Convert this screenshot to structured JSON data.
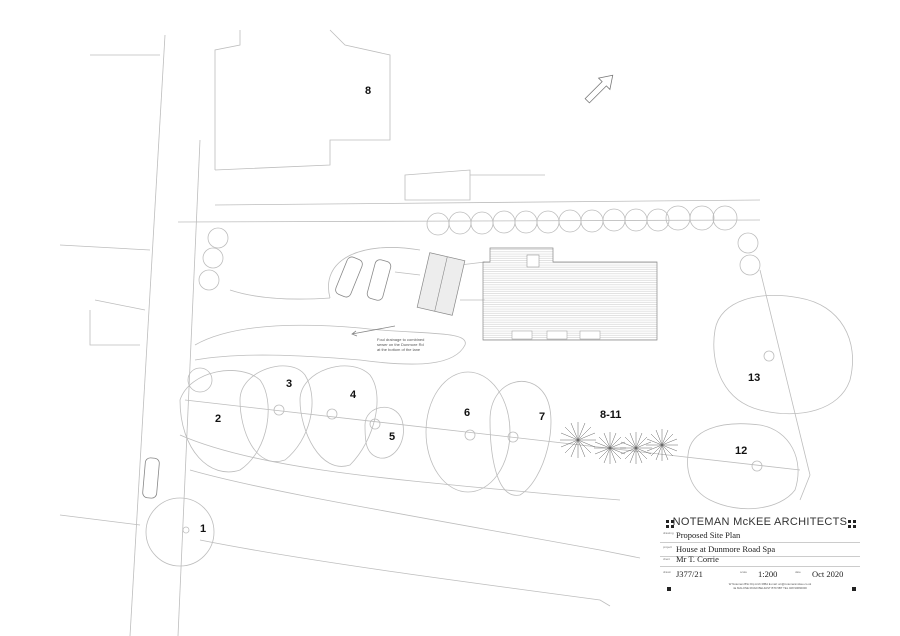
{
  "plan": {
    "plot_labels": [
      "8",
      "1",
      "2",
      "3",
      "4",
      "5",
      "6",
      "7",
      "8-11",
      "12",
      "13"
    ],
    "drainage_note": [
      "Foul drainage to combined",
      "sewer on the Dunmore Rd",
      "at the bottom of the lane"
    ]
  },
  "title_block": {
    "firm": "NOTEMAN McKEE ARCHITECTS",
    "drawing_label": "drawing",
    "drawing": "Proposed Site Plan",
    "project_label": "project",
    "project": "House at Dunmore Road Spa",
    "client_label": "client",
    "client": "Mr T. Corrie",
    "drawn_label": "drawn",
    "job_no": "J377/21",
    "scale_label": "scale",
    "scale": "1:200",
    "date_label": "date",
    "date": "Oct 2020",
    "footer_line1": "W Noteman BSc Dip Arch RIBA      E-mail: wn@notemanmckee.co.uk",
    "footer_line2": "4a MALONE ROAD BELFAST BT9 5BT   TEL 028 90660000"
  }
}
